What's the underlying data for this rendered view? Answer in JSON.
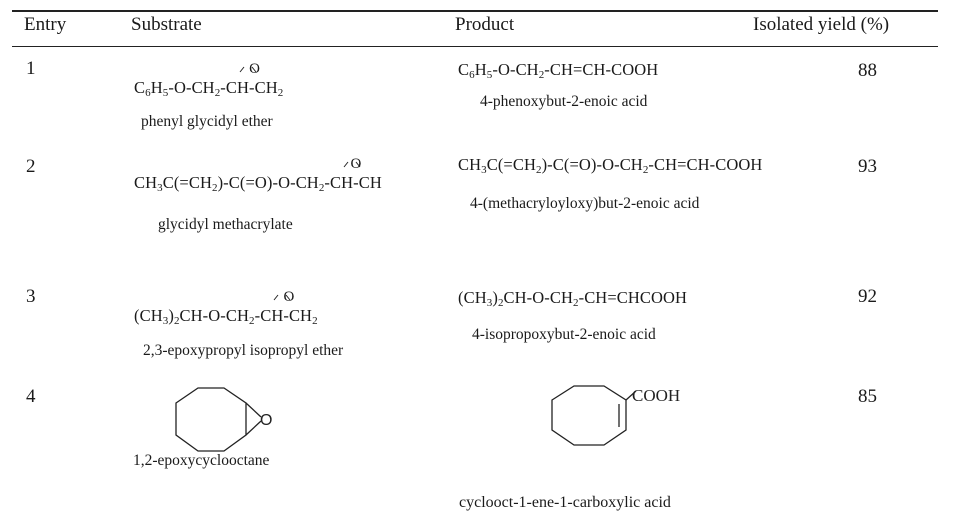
{
  "header": {
    "entry": "Entry",
    "substrate": "Substrate",
    "product": "Product",
    "yield": "Isolated yield (%)"
  },
  "rows": [
    {
      "entry": "1",
      "substrate_formula": {
        "pre": [
          "C",
          "6",
          "H",
          "5",
          "-O-CH",
          "2",
          "-"
        ],
        "epoxide_left": "CH",
        "epoxide_o": "O",
        "epoxide_right": "CH",
        "epoxide_right_sub": "2"
      },
      "substrate_name": "phenyl glycidyl ether",
      "product_formula": {
        "parts": [
          "C",
          "6",
          "H",
          "5",
          "-O-CH",
          "2",
          "-CH=CH-COOH"
        ]
      },
      "product_name": "4-phenoxybut-2-enoic acid",
      "yield": "88"
    },
    {
      "entry": "2",
      "substrate_formula": {
        "pre": [
          "CH",
          "3",
          "C(=CH",
          "2",
          ")-C(=O)-O-CH",
          "2",
          "-"
        ],
        "epoxide_left": "CH",
        "epoxide_o": "O",
        "epoxide_right": "CH",
        "epoxide_right_sub": ""
      },
      "substrate_name": "glycidyl methacrylate",
      "product_formula": {
        "parts": [
          "CH",
          "3",
          "C(=CH",
          "2",
          ")-C(=O)-O-CH",
          "2",
          "-CH=CH-COOH"
        ]
      },
      "product_name": "4-(methacryloyloxy)but-2-enoic acid",
      "yield": "93"
    },
    {
      "entry": "3",
      "substrate_formula": {
        "pre": [
          "(CH",
          "3",
          ")",
          "2",
          "CH-O-CH",
          "2",
          "-"
        ],
        "epoxide_left": "CH",
        "epoxide_o": "O",
        "epoxide_right": "CH",
        "epoxide_right_sub": "2"
      },
      "substrate_name": "2,3-epoxypropyl isopropyl ether",
      "product_formula": {
        "parts": [
          "(CH",
          "3",
          ")",
          "2",
          "CH-O-CH",
          "2",
          "-CH=CHCOOH"
        ]
      },
      "product_name": "4-isopropoxybut-2-enoic acid",
      "yield": "92"
    },
    {
      "entry": "4",
      "substrate_structure_label": "O",
      "substrate_name": "1,2-epoxycyclooctane",
      "product_structure_label": "COOH",
      "product_name": "cyclooct-1-ene-1-carboxylic acid",
      "yield": "85"
    }
  ]
}
